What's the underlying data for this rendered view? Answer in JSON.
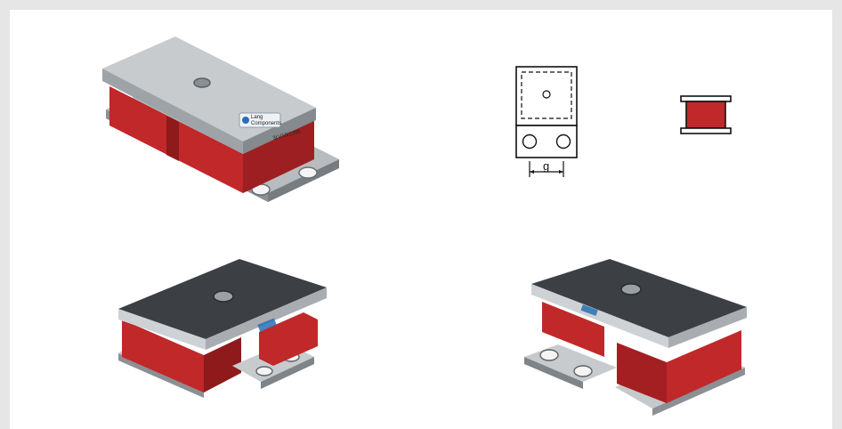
{
  "top_left_photo": {
    "logo_text": [
      "Lang",
      "Components"
    ],
    "model_label": "3LV10/1200"
  },
  "schematic": {
    "gap_label": "g"
  },
  "colors": {
    "rubber_red": "#c0282a",
    "rubber_dark": "#8e1a1c",
    "steel_light": "#d4d7d9",
    "steel_mid": "#a9adb1",
    "steel_dark": "#6f7478",
    "top_plate_dark": "#3c3f43",
    "background": "#e6e6e6",
    "panel": "#ffffff"
  }
}
